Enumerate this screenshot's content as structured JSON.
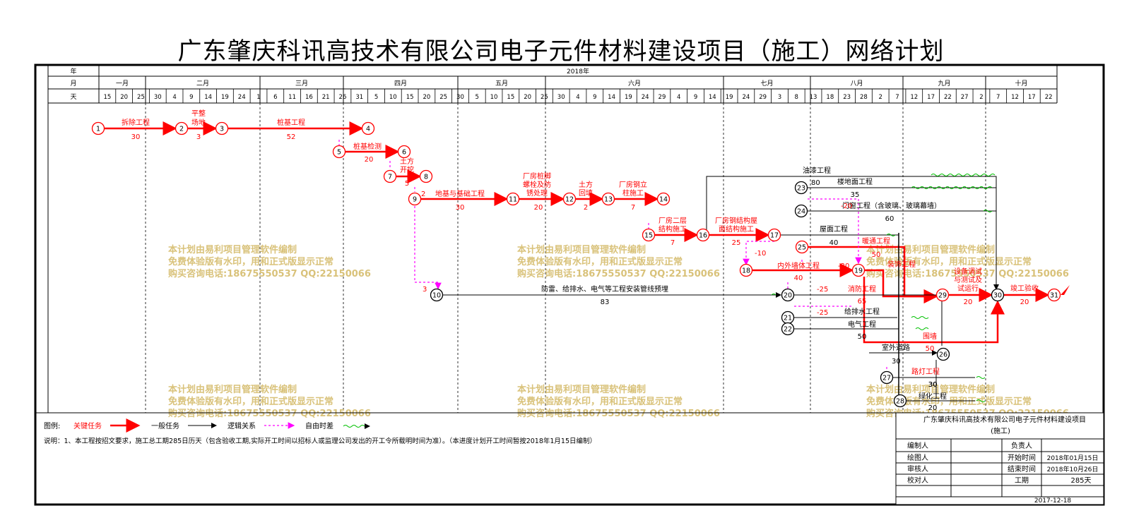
{
  "title": "广东肇庆科讯高技术有限公司电子元件材料建设项目（施工）网络计划",
  "header": {
    "row_labels": [
      "年",
      "月",
      "天"
    ],
    "year": "2018年",
    "months": [
      {
        "label": "一月"
      },
      {
        "label": "二月"
      },
      {
        "label": "三月"
      },
      {
        "label": "四月"
      },
      {
        "label": "五月"
      },
      {
        "label": "六月"
      },
      {
        "label": "七月"
      },
      {
        "label": "八月"
      },
      {
        "label": "九月"
      },
      {
        "label": "十月"
      }
    ],
    "days": [
      "15",
      "20",
      "25",
      "30",
      "4",
      "9",
      "14",
      "19",
      "24",
      "1",
      "6",
      "11",
      "16",
      "21",
      "26",
      "31",
      "5",
      "10",
      "15",
      "20",
      "25",
      "30",
      "5",
      "10",
      "15",
      "20",
      "25",
      "30",
      "4",
      "9",
      "14",
      "19",
      "24",
      "29",
      "4",
      "9",
      "14",
      "19",
      "24",
      "29",
      "3",
      "8",
      "13",
      "18",
      "23",
      "28",
      "2",
      "7",
      "12",
      "17",
      "22",
      "27",
      "2",
      "7",
      "12",
      "17",
      "22"
    ]
  },
  "tasks": [
    {
      "name": "拆除工程",
      "dur": "30"
    },
    {
      "name": "平整",
      "name2": "场地",
      "dur": "3"
    },
    {
      "name": "桩基工程",
      "dur": "52"
    },
    {
      "name": "桩基检测",
      "dur": "20"
    },
    {
      "name": "土方",
      "name2": "开挖",
      "dur": "5"
    },
    {
      "name": "地基与基础工程",
      "dur": "30"
    },
    {
      "name": "厂房桩脚",
      "name2": "螺栓及防",
      "name3": "锈处理",
      "dur": "20"
    },
    {
      "name": "土方",
      "name2": "回填",
      "dur": "2"
    },
    {
      "name": "厂房钢立",
      "name2": "柱施工",
      "dur": "7"
    },
    {
      "name": "厂房二层",
      "name2": "结构施工",
      "dur": "7"
    },
    {
      "name": "厂房钢结构屋",
      "name2": "面结构施工",
      "dur": "25"
    },
    {
      "name": "防雷、给排水、电气等工程安装管线预埋",
      "dur": "83"
    },
    {
      "name": "油漆工程"
    },
    {
      "name": "楼地面工程",
      "dur": "35"
    },
    {
      "name": "门窗工程（含玻璃、玻璃幕墙）",
      "dur": "60"
    },
    {
      "name": "屋面工程",
      "dur": "40"
    },
    {
      "name": "暖通工程",
      "dur": "50"
    },
    {
      "name": "内外墙体工程",
      "dur": "40"
    },
    {
      "name": "装饰工程"
    },
    {
      "name": "设备调试",
      "name2": "与测试及",
      "name3": "试运行",
      "dur": "20"
    },
    {
      "name": "竣工验收",
      "dur": "20"
    },
    {
      "name": "消防工程",
      "dur": "65"
    },
    {
      "name": "给排水工程"
    },
    {
      "name": "电气工程",
      "dur": "50"
    },
    {
      "name": "围墙"
    },
    {
      "name": "室外道路",
      "dur": "50"
    },
    {
      "name": "路灯工程",
      "dur": "30"
    },
    {
      "name": "绿化工程",
      "dur": "20"
    }
  ],
  "float_labels": [
    "-20",
    "-10",
    "-20",
    "-25",
    "-25",
    "2",
    "3",
    "30",
    "30",
    "80"
  ],
  "nodes": [
    "1",
    "2",
    "3",
    "4",
    "5",
    "6",
    "7",
    "8",
    "9",
    "10",
    "11",
    "12",
    "13",
    "14",
    "15",
    "16",
    "17",
    "18",
    "19",
    "20",
    "21",
    "22",
    "23",
    "24",
    "25",
    "26",
    "27",
    "28",
    "29",
    "30",
    "31"
  ],
  "watermark": {
    "line1": "本计划由易利项目管理软件编制",
    "line2": "免费体验版有水印，用和正式版显示正常",
    "line3": "购买咨询电话:18675550537 QQ:22150066"
  },
  "legend": {
    "label": "图例:",
    "critical": "关键任务",
    "normal": "一般任务",
    "logic": "逻辑关系",
    "free": "自由时差"
  },
  "note": "说明：1、本工程按招文要求，施工总工期285日历天（包含验收工期,实际开工时间以招标人或监理公司发出的开工令所载明时间为准）。（本进度计划开工时间暂按2018年1月15日编制）",
  "info_box": {
    "project": "广东肇庆科讯高技术有限公司电子元件材料建设项目",
    "sub": "(施工)",
    "rows": [
      {
        "left": "编制人",
        "mid": "负责人",
        "right": ""
      },
      {
        "left": "绘图人",
        "mid": "开始时间",
        "right": "2018年01月15日"
      },
      {
        "left": "审核人",
        "mid": "结束时间",
        "right": "2018年10月26日"
      },
      {
        "left": "校对人",
        "mid": "工期",
        "right": "285天"
      }
    ],
    "date": "2017-12-18"
  },
  "colors": {
    "critical": "#ff0000",
    "normal": "#000000",
    "logic": "#ff00ff",
    "float": "#00c000",
    "watermark": "#d9c27a"
  }
}
